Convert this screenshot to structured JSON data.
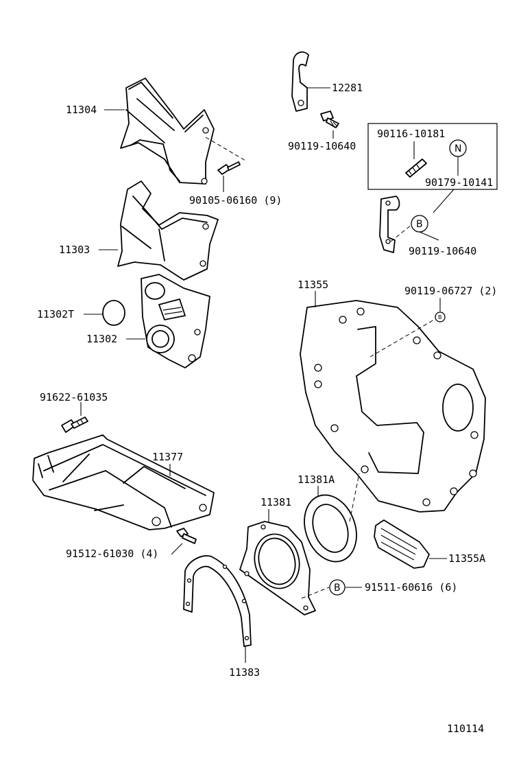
{
  "labels": {
    "p12281": "12281",
    "p90119_10640_a": "90119-10640",
    "p90116_10181": "90116-10181",
    "p90179_10141": "90179-10141",
    "p90119_10640_b": "90119-10640",
    "p11304": "11304",
    "p90105_06160": "90105-06160 (9)",
    "p11303": "11303",
    "p11302T": "11302T",
    "p11302": "11302",
    "p11355": "11355",
    "p90119_06727": "90119-06727 (2)",
    "p91622_61035": "91622-61035",
    "p11377": "11377",
    "p11381A": "11381A",
    "p11381": "11381",
    "p91512_61030": "91512-61030 (4)",
    "p11355A": "11355A",
    "p91511_60616": "91511-60616 (6)",
    "p11383": "11383",
    "diagram_code": "110114"
  },
  "symbols": {
    "n": "N",
    "b": "B"
  }
}
